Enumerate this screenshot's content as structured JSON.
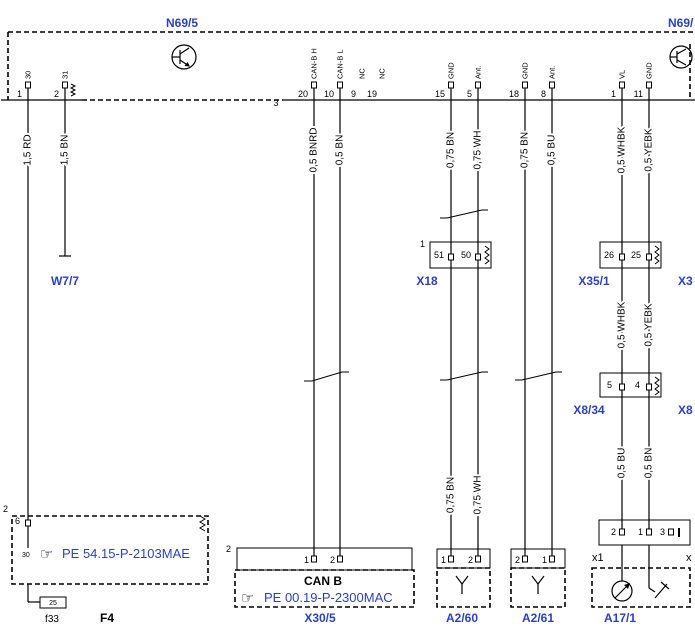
{
  "module": {
    "label": "N69/5",
    "label_right": "N69/",
    "connector_index": "3"
  },
  "pins": [
    {
      "name": "30",
      "number": "1"
    },
    {
      "name": "31",
      "number": "2"
    },
    {
      "name": "CAN-B H",
      "number": "20"
    },
    {
      "name": "CAN-B L",
      "number": "10"
    },
    {
      "name": "NC",
      "number": "9"
    },
    {
      "name": "NC",
      "number": "19"
    },
    {
      "name": "GND",
      "number": "15"
    },
    {
      "name": "Ant.",
      "number": "5"
    },
    {
      "name": "GND",
      "number": "18"
    },
    {
      "name": "Ant.",
      "number": "8"
    },
    {
      "name": "VL",
      "number": "1"
    },
    {
      "name": "GND",
      "number": "11"
    }
  ],
  "wires": [
    {
      "label": "1,5 RD"
    },
    {
      "label": "1,5 BN"
    },
    {
      "label": "0,5 BNRD"
    },
    {
      "label": "0,5 BN"
    },
    {
      "label": "0,75 BN",
      "label_lower": "0,75 BN"
    },
    {
      "label": "0,75 WH",
      "label_lower": "0,75 WH"
    },
    {
      "label": "0,75 BN"
    },
    {
      "label": "0,5 BU"
    },
    {
      "label": "0,5 WHBK",
      "label_mid": "0,5 WHBK",
      "label_lower": "0,5 BU"
    },
    {
      "label": "0,5 YEBK",
      "label_mid": "0,5 YEBK",
      "label_lower": "0,5 BN"
    }
  ],
  "ground_point": {
    "label": "W7/7"
  },
  "x18": {
    "label": "X18",
    "index": "1",
    "pins": [
      "51",
      "50"
    ]
  },
  "x35_1": {
    "label": "X35/1",
    "pins": [
      "26",
      "25"
    ]
  },
  "x3_cut": {
    "label": "X3"
  },
  "x8_34": {
    "label": "X8/34",
    "pins": [
      "5",
      "4"
    ]
  },
  "x8_cut": {
    "label": "X8"
  },
  "f4": {
    "index": "2",
    "pin": "6",
    "terminal": "30",
    "link_icon": "☞",
    "link": "PE 54.15-P-2103MAE",
    "fuse_value": "25",
    "fuse": "f33",
    "label": "F4"
  },
  "x30_5": {
    "index": "2",
    "pins": [
      "1",
      "2"
    ],
    "title": "CAN B",
    "link_icon": "☞",
    "link": "PE 00.19-P-2300MAC",
    "label": "X30/5"
  },
  "a2_60": {
    "label": "A2/60",
    "pins": [
      "1",
      "2"
    ]
  },
  "a2_61": {
    "label": "A2/61",
    "pins": [
      "2",
      "1"
    ]
  },
  "a17_1": {
    "label": "A17/1",
    "pins": [
      "2",
      "1",
      "3"
    ],
    "connector": "x1",
    "connector_right": "x"
  },
  "colors": {
    "link_blue": "#2a3fd0",
    "line": "#000000",
    "background": "#ffffff"
  },
  "icons": {
    "module": "transistor-icon",
    "antenna": "antenna-icon",
    "actuator": "motor-icon",
    "switch": "switch-icon",
    "link": "hand-pointer-icon",
    "housing": "shield-icon"
  }
}
